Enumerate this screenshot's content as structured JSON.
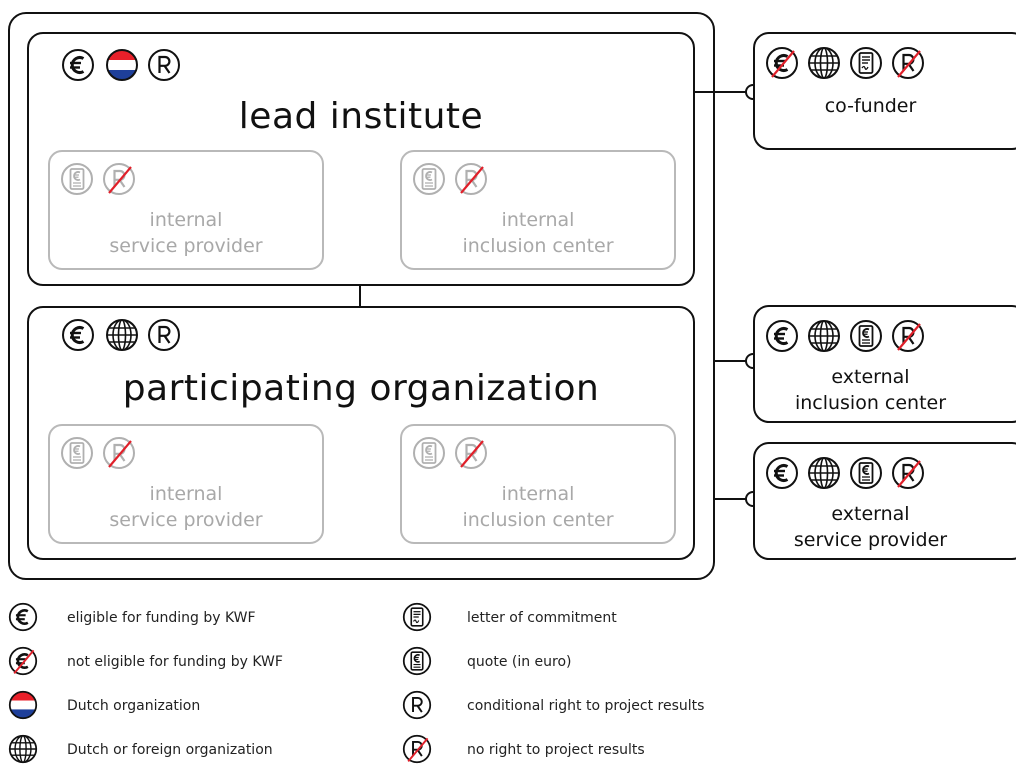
{
  "colors": {
    "stroke": "#111111",
    "faded": "#b9b9b9",
    "strike": "#e0202a",
    "nl_red": "#e8202a",
    "nl_blue": "#1e3f9a"
  },
  "lead": {
    "title": "lead institute",
    "icons": [
      "euro-icon",
      "dutch-flag-icon",
      "r-icon"
    ]
  },
  "participating": {
    "title": "participating organization",
    "icons": [
      "euro-icon",
      "globe-icon",
      "r-icon"
    ]
  },
  "internal_service_provider": {
    "line1": "internal",
    "line2": "service provider"
  },
  "internal_inclusion_center": {
    "line1": "internal",
    "line2": "inclusion center"
  },
  "cofunder": {
    "title": "co-funder",
    "icons": [
      "euro-strike-icon",
      "globe-icon",
      "letter-icon",
      "r-strike-icon"
    ]
  },
  "ext_inclusion": {
    "line1": "external",
    "line2": "inclusion center",
    "icons": [
      "euro-icon",
      "globe-icon",
      "quote-icon",
      "r-strike-icon"
    ]
  },
  "ext_service": {
    "line1": "external",
    "line2": "service provider",
    "icons": [
      "euro-icon",
      "globe-icon",
      "quote-icon",
      "r-strike-icon"
    ]
  },
  "legend": {
    "left": [
      {
        "icon": "euro-icon",
        "text": "eligible for funding by KWF"
      },
      {
        "icon": "euro-strike-icon",
        "text": "not eligible for funding by KWF"
      },
      {
        "icon": "dutch-flag-icon",
        "text": "Dutch organization"
      },
      {
        "icon": "globe-icon",
        "text": "Dutch or foreign organization"
      }
    ],
    "right": [
      {
        "icon": "letter-icon",
        "text": "letter of commitment"
      },
      {
        "icon": "quote-icon",
        "text": "quote (in euro)"
      },
      {
        "icon": "r-icon",
        "text": "conditional right to project results"
      },
      {
        "icon": "r-strike-icon",
        "text": "no right to project results"
      }
    ]
  }
}
